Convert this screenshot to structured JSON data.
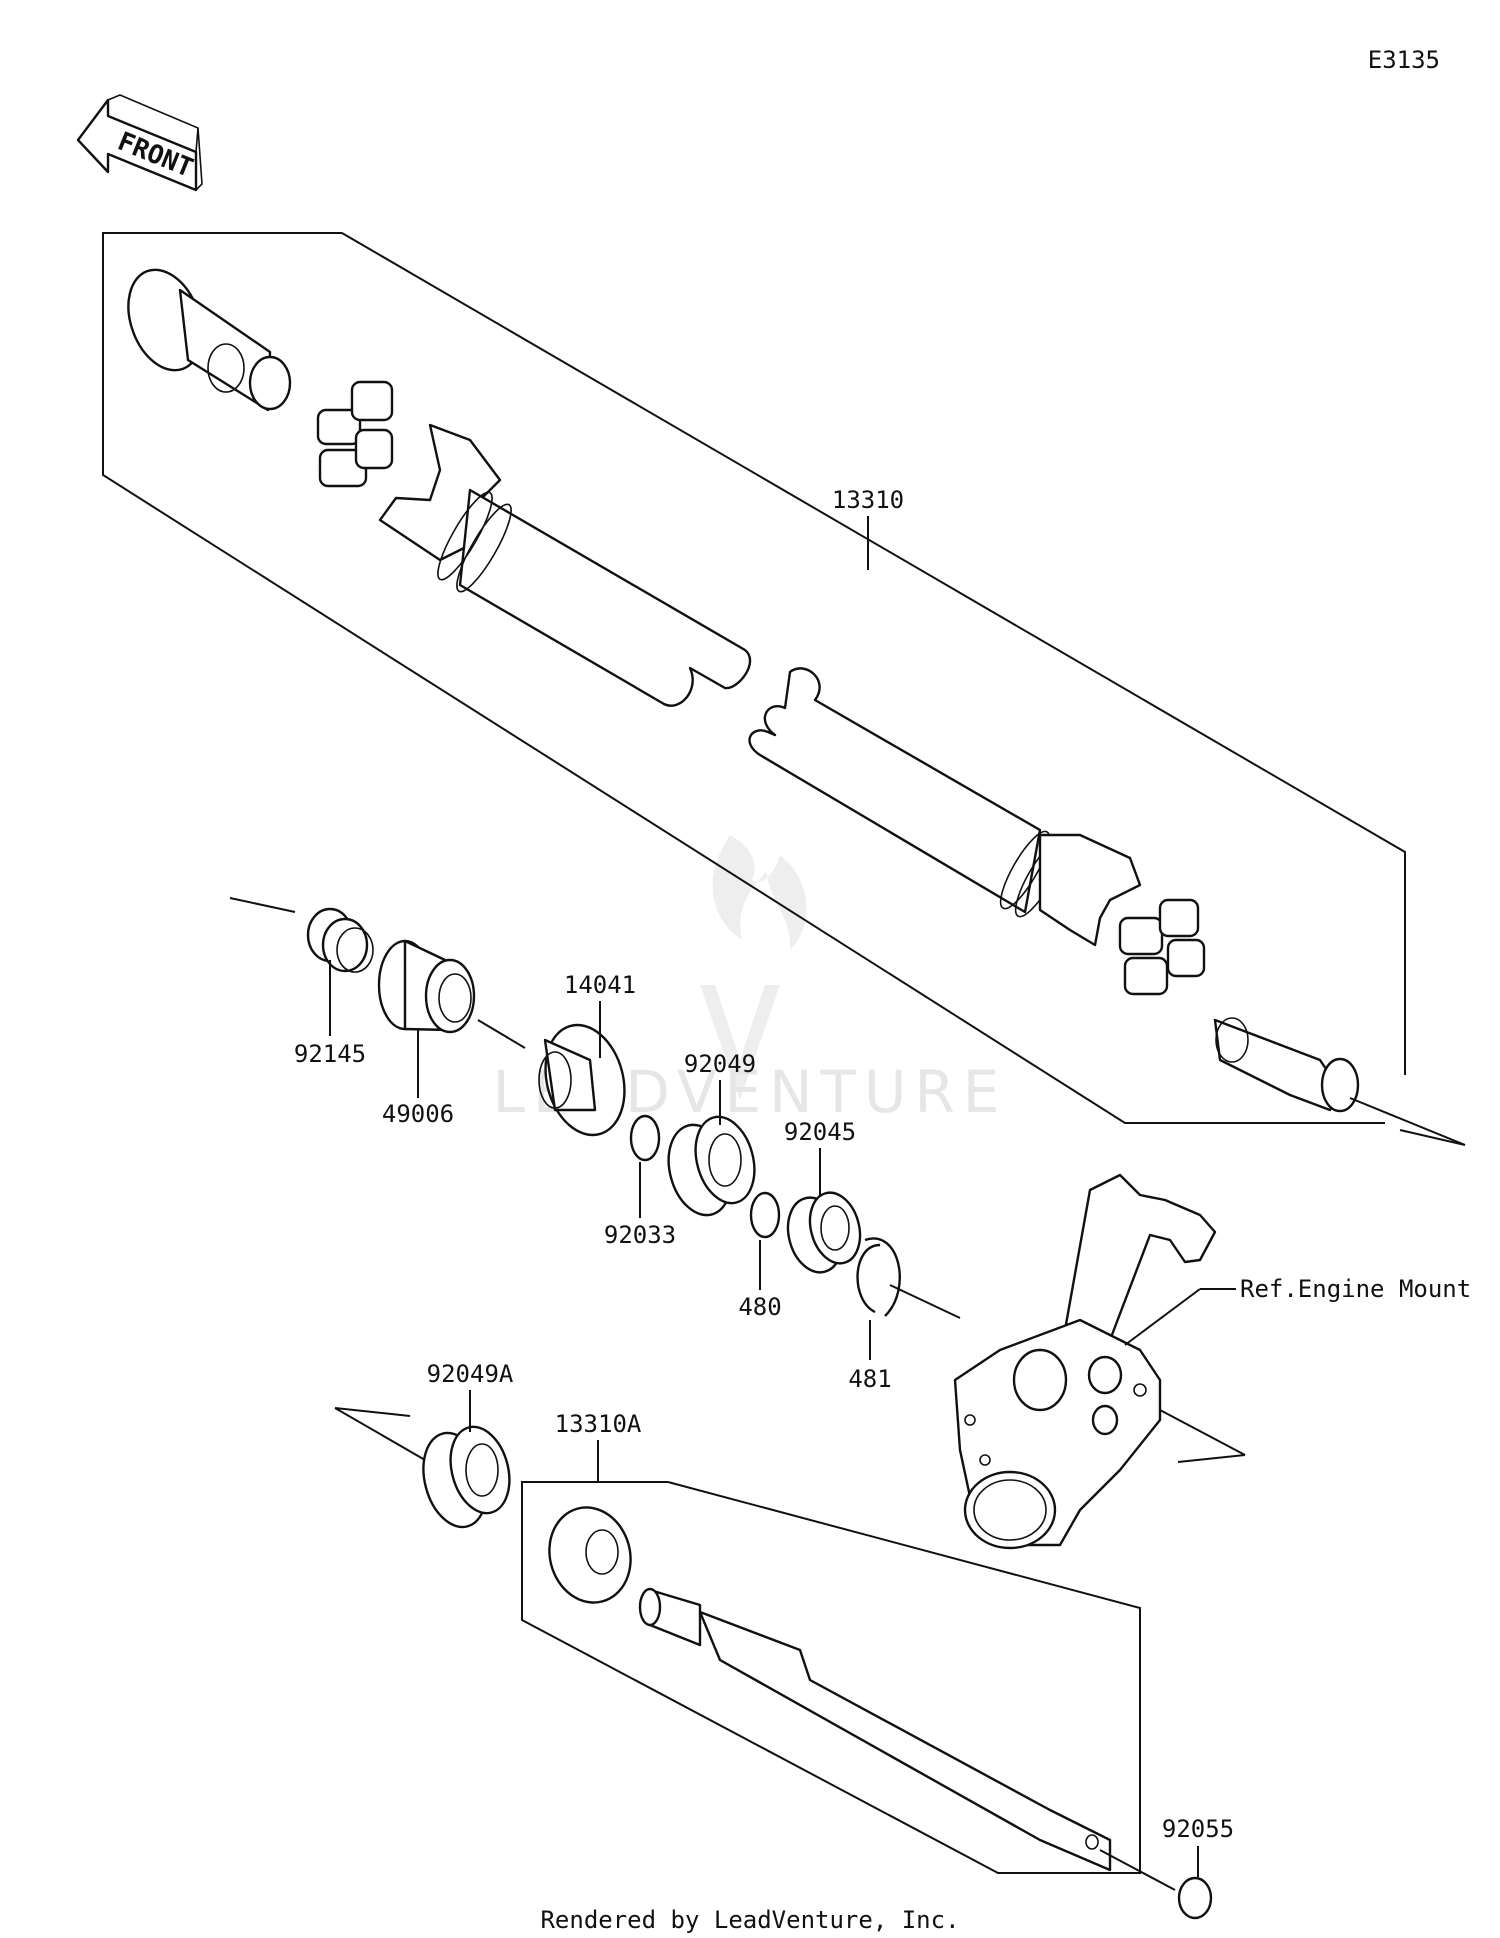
{
  "diagram_code": "E3135",
  "front_label": "FRONT",
  "watermark": "LEADVENTURE",
  "reference_label": "Ref.Engine Mount",
  "footer": "Rendered by LeadVenture, Inc.",
  "parts": [
    {
      "id": "13310"
    },
    {
      "id": "14041"
    },
    {
      "id": "92049"
    },
    {
      "id": "92045"
    },
    {
      "id": "92145"
    },
    {
      "id": "49006"
    },
    {
      "id": "92033"
    },
    {
      "id": "480"
    },
    {
      "id": "481"
    },
    {
      "id": "92049A"
    },
    {
      "id": "13310A"
    },
    {
      "id": "92055"
    }
  ]
}
